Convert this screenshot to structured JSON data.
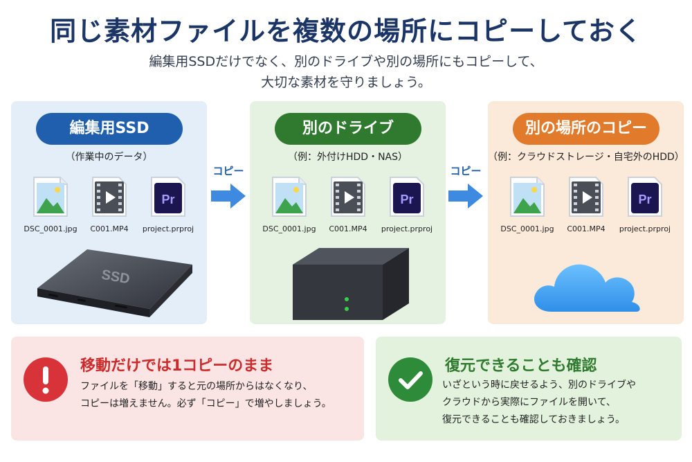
{
  "title": "同じ素材ファイルを複数の場所にコピーしておく",
  "subtitle": {
    "line1": "編集用SSDだけでなく、別のドライブや別の場所にもコピーして、",
    "line2": "大切な素材を守りましょう。"
  },
  "arrow_label": "コピー",
  "files": {
    "image": "DSC_0001.jpg",
    "video": "C001.MP4",
    "project": "project.prproj",
    "project_badge": "Pr"
  },
  "panels": [
    {
      "label": "編集用SSD",
      "note": "（作業中のデータ）",
      "device_label": "SSD"
    },
    {
      "label": "別のドライブ",
      "note": "（例：外付けHDD・NAS）"
    },
    {
      "label": "別の場所のコピー",
      "note": "（例：クラウドストレージ・自宅外のHDD）"
    }
  ],
  "warning": {
    "title": "移動だけでは1コピーのまま",
    "line1": "ファイルを「移動」すると元の場所からはなくなり、",
    "line2": "コピーは増えません。必ず「コピー」で増やしましょう。"
  },
  "confirm": {
    "title": "復元できることも確認",
    "line1": "いざという時に戻せるよう、別のドライブや",
    "line2": "クラウドから実際にファイルを開いて、",
    "line3": "復元できることも確認しておきましょう。"
  },
  "colors": {
    "title": "#1b3566",
    "blue": "#1f5fae",
    "green": "#2f7a2f",
    "orange": "#e17a2a",
    "red": "#cc2b2b",
    "premiere_bg": "#1c1650",
    "premiere_text": "#a59cff"
  },
  "icons": [
    "image-file-icon",
    "video-file-icon",
    "premiere-file-icon",
    "ssd-icon",
    "hdd-icon",
    "cloud-icon",
    "arrow-right-icon",
    "exclamation-icon",
    "check-icon"
  ]
}
